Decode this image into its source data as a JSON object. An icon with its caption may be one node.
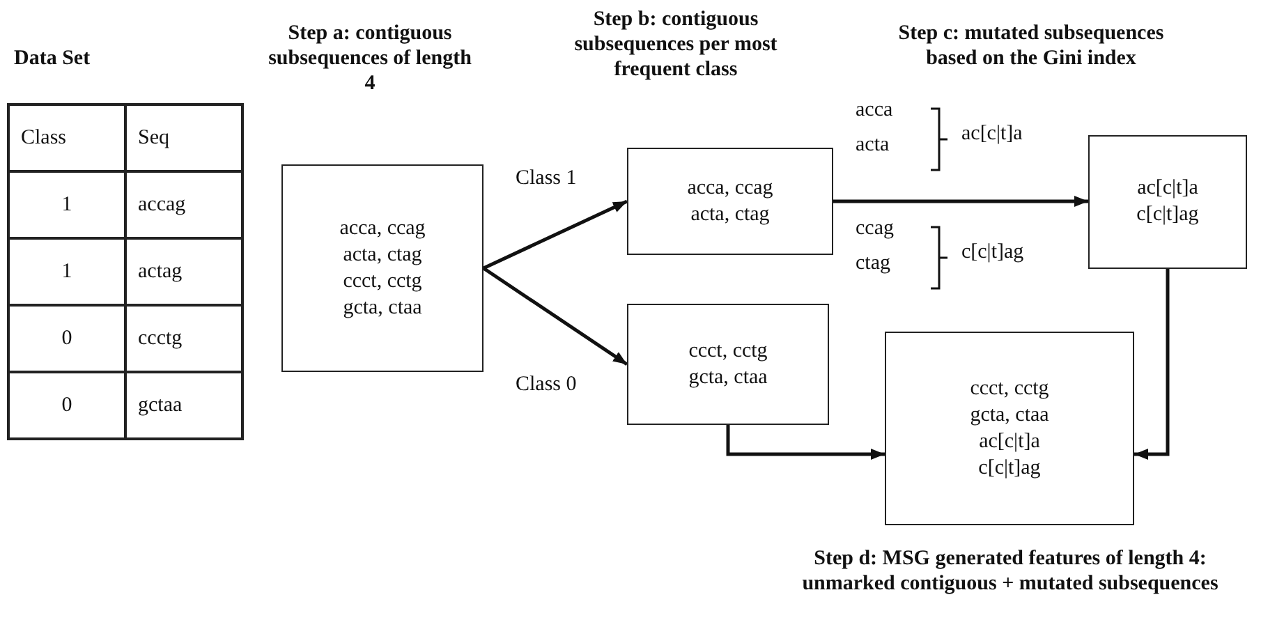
{
  "diagram": {
    "nodes": [
      {
        "text": [
          "acca, ccag acta, ctag ccct, cctg gcta, ctaa"
        ]
      },
      {
        "text": [
          "acca, ccag acta, ctag"
        ]
      },
      {
        "text": [
          "ccct, cctg gcta, ctaa"
        ]
      },
      {
        "text": [
          "ac[c|t]a c[c|t]ag"
        ]
      },
      {
        "text": [
          "ccct, cctg gcta, ctaa ac[c|t]a c[c|t]ag"
        ]
      }
    ],
    "edges": [
      {
        "from": 0,
        "to": 1,
        "arrow": "to",
        "label": "Class 1"
      },
      {
        "from": 0,
        "to": 2,
        "arrow": "to",
        "label": "Class 0"
      },
      {
        "from": 1,
        "to": 3,
        "arrow": "to"
      },
      {
        "from": 2,
        "to": 4,
        "arrow": "to"
      },
      {
        "from": 3,
        "to": 4,
        "arrow": "to"
      }
    ],
    "labels": [
      "Data Set",
      "Class",
      "Seq",
      "1",
      "accag",
      "1",
      "actag",
      "0",
      "ccctg",
      "0",
      "gctaa",
      "Step a: contiguous subsequences of length 4",
      "Step b: contiguous subsequences per most frequent class",
      "Step c: mutated subsequences based on the Gini index",
      "acca",
      "acta",
      "ac[c|t]a",
      "ccag",
      "ctag",
      "c[c|t]ag",
      "Step d: MSG generated features of length 4: unmarked contiguous + mutated subsequences"
    ]
  }
}
